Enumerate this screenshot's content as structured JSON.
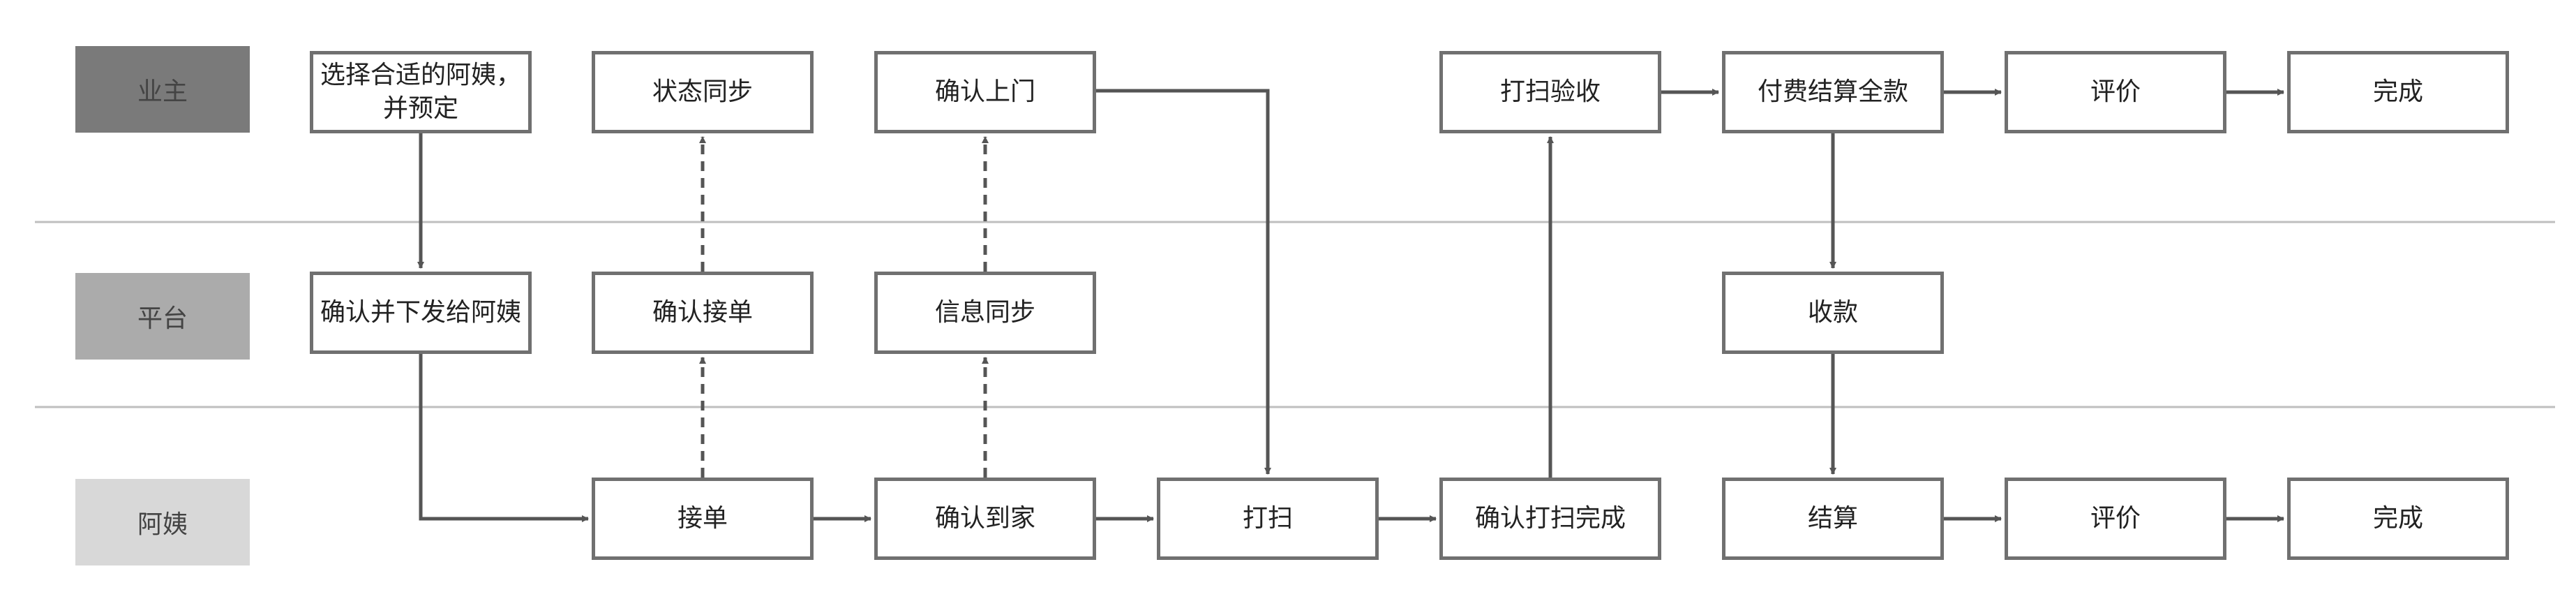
{
  "lanes": [
    {
      "id": "owner",
      "label": "业主",
      "color": "#7a7a7a"
    },
    {
      "id": "platform",
      "label": "平台",
      "color": "#ababab"
    },
    {
      "id": "auntie",
      "label": "阿姨",
      "color": "#d8d8d8"
    }
  ],
  "nodes": {
    "select": "选择合适的阿姨，\n并预定",
    "status_sync": "状态同步",
    "confirm_visit": "确认上门",
    "inspect": "打扫验收",
    "pay_full": "付费结算全款",
    "review_owner": "评价",
    "done_owner": "完成",
    "confirm_dispatch": "确认并下发给阿姨",
    "confirm_accept": "确认接单",
    "info_sync": "信息同步",
    "receive": "收款",
    "accept": "接单",
    "confirm_arrive": "确认到家",
    "clean": "打扫",
    "confirm_clean_done": "确认打扫完成",
    "settle": "结算",
    "review_auntie": "评价",
    "done_auntie": "完成"
  },
  "colors": {
    "line": "#555555",
    "separator": "#bfbfbf",
    "node_border": "#707070"
  }
}
